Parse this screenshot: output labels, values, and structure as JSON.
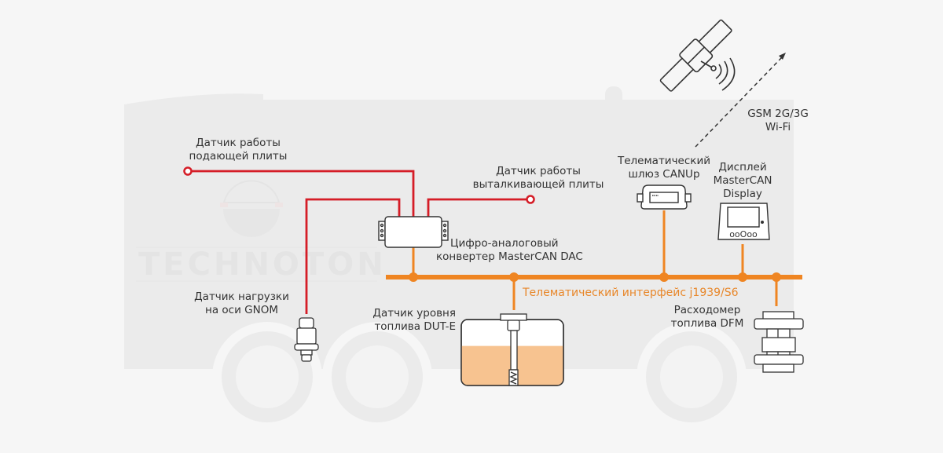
{
  "colors": {
    "background": "#f6f6f6",
    "truck": "#ebebeb",
    "bus_orange": "#ef8522",
    "wire_red": "#d51d27",
    "fuel": "#f7c390",
    "outline": "#333333",
    "text": "#333333",
    "bus_text": "#e8872a"
  },
  "watermark": {
    "brand": "TECHNOTON"
  },
  "labels": {
    "feed_plate_sensor": [
      "Датчик работы",
      "подающей плиты"
    ],
    "push_plate_sensor": [
      "Датчик работы",
      "выталкивающей плиты"
    ],
    "dac_converter": [
      "Цифро-аналоговый",
      "конвертер MasterCAN DAC"
    ],
    "axle_load_sensor": [
      "Датчик нагрузки",
      "на оси GNOM"
    ],
    "fuel_level_sensor": [
      "Датчик уровня",
      "топлива DUT-E"
    ],
    "telematics_bus": "Телематический интерфейс j1939/S6",
    "telematics_gateway": [
      "Телематический",
      "шлюз CANUp"
    ],
    "display": [
      "Дисплей",
      "MasterCAN",
      "Display"
    ],
    "fuel_flow_meter": [
      "Расходомер",
      "топлива DFM"
    ],
    "wireless": [
      "GSM 2G/3G",
      "Wi-Fi"
    ]
  },
  "display_buttons_glyph": "ooOoo",
  "fuel_tank_level": 0.6
}
